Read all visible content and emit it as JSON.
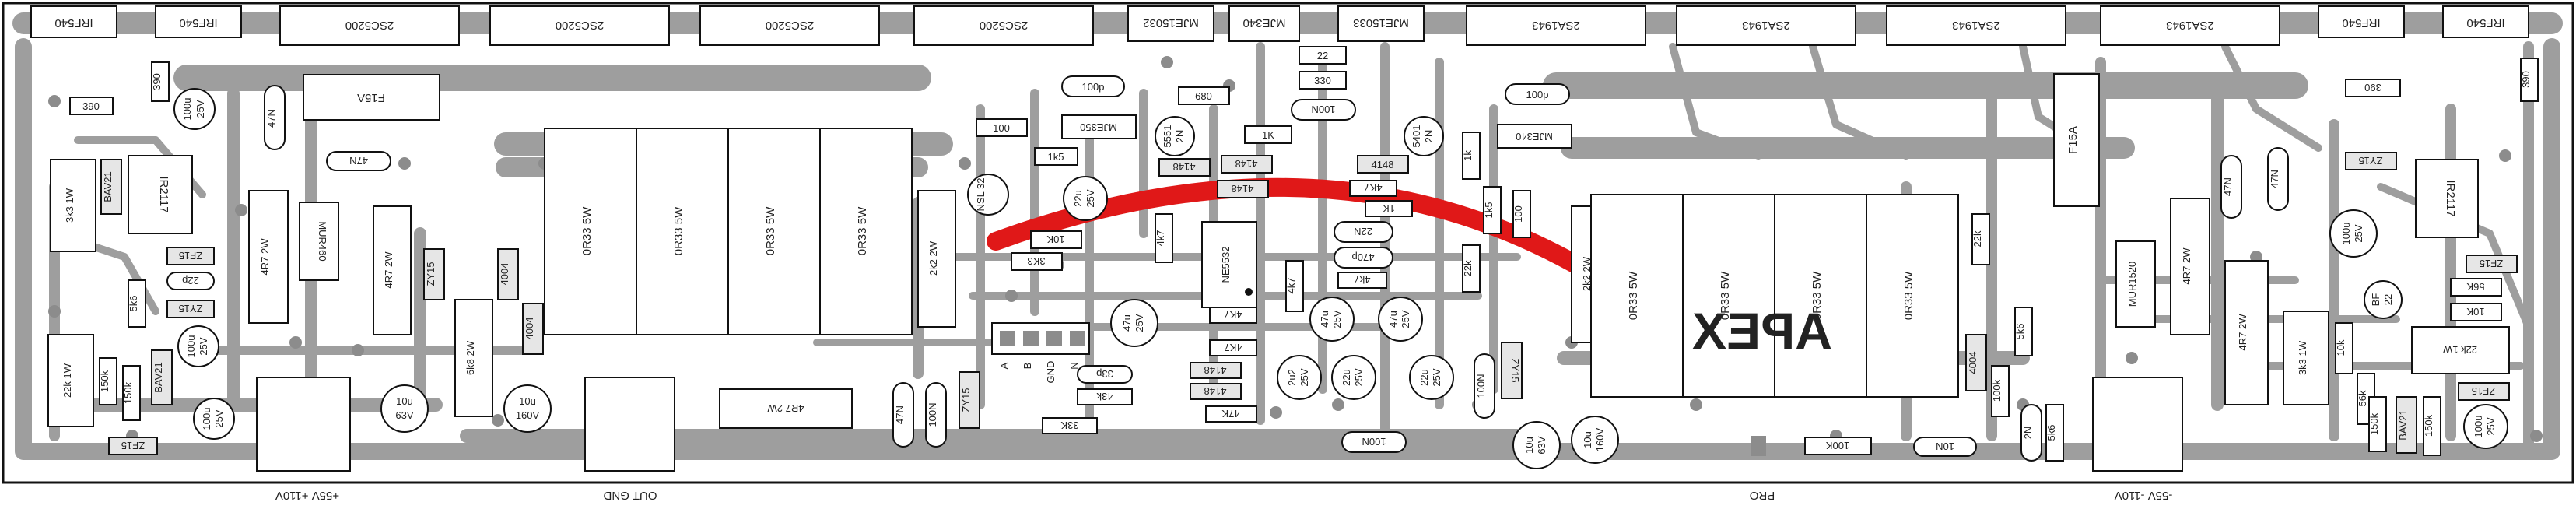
{
  "board": {
    "brand_mark": "APEX",
    "colors": {
      "trace": "#9e9e9e",
      "copper_dark": "#8c8c8c",
      "highlight_trace": "#e01818",
      "outline": "#111111",
      "background": "#ffffff"
    }
  },
  "top_parts": {
    "left_irf_1": "IRF540",
    "left_irf_2": "IRF540",
    "nps_1": "2SC5200",
    "nps_2": "2SC5200",
    "nps_3": "2SC5200",
    "nps_4": "2SC5200",
    "mje15032": "MJE15032",
    "mje340": "MJE340",
    "mje15033": "MJE15033",
    "pnp_1": "2SA1943",
    "pnp_2": "2SA1943",
    "pnp_3": "2SA1943",
    "pnp_4": "2SA1943",
    "right_irf_1": "IRF540",
    "right_irf_2": "IRF540"
  },
  "left_supply": {
    "r390": "390",
    "r390b": "390",
    "c100u": "100u",
    "c25v": "25V",
    "c47n": "47N",
    "r3k3": "3k3 1W",
    "bav21": "BAV21",
    "ir2117": "IR2117",
    "zf15a": "ZF15",
    "c22p": "22p",
    "zy15": "ZY15",
    "r5k6": "5k6",
    "r22k1w": "22k 1W",
    "r150k": "150k",
    "r150ka": "150k",
    "bav21b": "BAV21",
    "c100ua": "100u",
    "c25va": "25V",
    "c100ub": "100u",
    "c25vb": "25V",
    "zf15b": "ZF15",
    "fuse": "F15A",
    "c47n2": "47N",
    "r4r7": "4R7 2W",
    "mur": "MUR460",
    "r4r7b": "4R7 2W",
    "zy15b": "ZY15",
    "r6k8": "6k8 2W",
    "d4004a": "4004",
    "d4004b": "4004",
    "c10u63": "10u",
    "v63": "63V",
    "c10u160": "10u",
    "v160": "160V",
    "r4r7c": "4R7 2W"
  },
  "emitter_resistors_left": [
    "0R33 5W",
    "0R33 5W",
    "0R33 5W",
    "0R33 5W"
  ],
  "driver_section": {
    "r100": "100",
    "c100p": "100p",
    "mje350": "MJE350",
    "r1k5": "1k5",
    "r22": "22",
    "r330": "330",
    "r680": "680",
    "c100n": "100N",
    "c5551": "5551",
    "r2n": "2N",
    "r1k": "1K",
    "d4148a": "4148",
    "d4148b": "4148",
    "d4148c": "4148",
    "d4148d": "4148",
    "r4k7": "4K7",
    "r1k2": "1K",
    "ntc": "NSL 32",
    "c22u": "22u",
    "c25vc": "25V",
    "r10k": "10K",
    "r3k3": "3K3",
    "r4k7b": "4k7",
    "ne5532": "NE5532",
    "r2k2": "2k2 2W",
    "c47u": "47u",
    "c25vd": "25V",
    "pins": [
      "A",
      "B",
      "GND",
      "N"
    ],
    "r4k7c": "4K7",
    "r4k7d": "4K7",
    "c33p": "33p",
    "r43k": "43k",
    "r33k": "33K",
    "d4148e": "4148",
    "d4148f": "4148",
    "r47k": "47K",
    "c47n3": "47N",
    "c100n2": "100N",
    "zy15c": "ZY15",
    "c22n": "22N",
    "c470p": "470p",
    "r4k7e": "4k7",
    "c47ua": "47u",
    "c25ve": "25V",
    "c47ub": "47u",
    "c25vf": "25V",
    "c2u2": "2u2",
    "c25vg": "25V",
    "c22ua": "22u",
    "c25vh": "25V",
    "c22ub": "22u",
    "c25vi": "25V",
    "c100n3": "100N",
    "c100p2": "100p",
    "mje340b": "MJE340",
    "c5401": "5401",
    "r2n2": "2N",
    "r1k3": "1k",
    "r1k5b": "1k5",
    "r100b": "100",
    "r22k": "22k",
    "r2k2b": "2k2 2W",
    "c100n4": "100N",
    "zy15d": "ZY15",
    "c10u63b": "10u",
    "v63b": "63V",
    "c10u160b": "10u",
    "v160b": "160V",
    "r100k": "100K",
    "c10n": "10N"
  },
  "emitter_resistors_right": [
    "0R33 5W",
    "0R33 5W",
    "0R33 5W",
    "0R33 5W"
  ],
  "right_supply": {
    "r22k": "22k",
    "r5k6": "5k6",
    "d4004": "4004",
    "r100k": "100k",
    "c2n": "2N",
    "r5k6b": "5k6",
    "fuse": "F15A",
    "c47n": "47N",
    "c47nb": "47N",
    "r390": "390",
    "r390b": "390",
    "zy15": "ZY15",
    "ir2117": "IR2117",
    "mur": "MUR1520",
    "r4r7": "4R7 2W",
    "r4r7b": "4R7 2W",
    "c100u": "100u",
    "c25v": "25V",
    "zf15": "ZF15",
    "r56k": "56K",
    "r10k": "10K",
    "bf": "BF",
    "c22": "22",
    "r3k3": "3k3 1W",
    "r10kb": "10k",
    "r22k1w": "22k 1W",
    "r56kb": "56k",
    "r150k": "150k",
    "bav21": "BAV21",
    "c150k": "150k",
    "zf15b": "ZF15",
    "c100ub": "100u",
    "c25vb": "25V"
  },
  "bottom_labels": {
    "left_rails": "+55V +110V",
    "out_gnd": "OUT GND",
    "pro": "PRO",
    "right_rails": "-55V -110V"
  }
}
